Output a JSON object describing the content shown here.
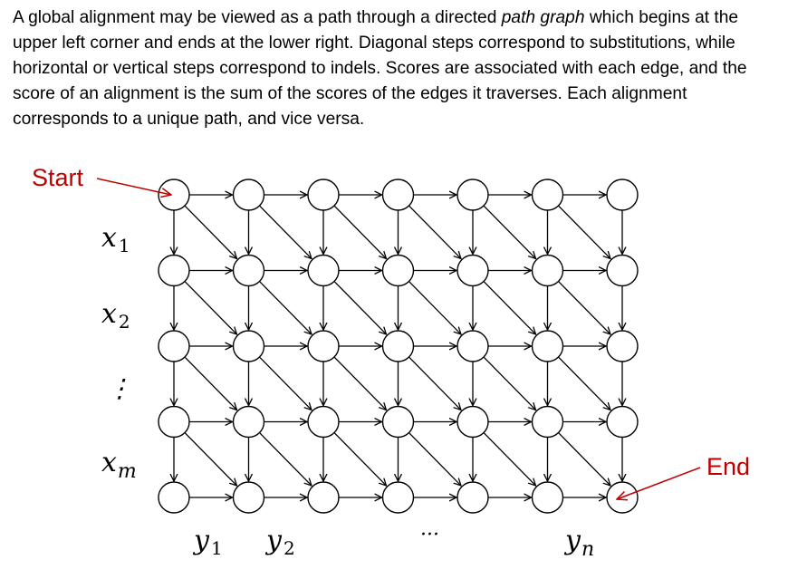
{
  "paragraph": {
    "part1": "A global alignment may be viewed as a path through a directed ",
    "emph": "path graph",
    "part2": " which begins at the upper left corner and ends at the lower right.  Diagonal steps correspond to substitutions, while horizontal or vertical steps correspond to indels.  Scores are associated with each edge, and the score of an alignment is the sum of the scores of the edges it traverses.  Each alignment corresponds to a unique path, and vice versa."
  },
  "labels": {
    "start": "Start",
    "end": "End",
    "rows": [
      {
        "base": "x",
        "sub": "1"
      },
      {
        "base": "x",
        "sub": "2"
      },
      {
        "base": "⋮",
        "sub": ""
      },
      {
        "base": "x",
        "sub": "m"
      }
    ],
    "cols": [
      {
        "base": "y",
        "sub": "1"
      },
      {
        "base": "y",
        "sub": "2"
      },
      {
        "base": "···",
        "sub": ""
      },
      {
        "base": "y",
        "sub": "n"
      }
    ]
  },
  "grid": {
    "rows": 5,
    "cols": 7
  },
  "colors": {
    "accent": "#c00000",
    "ink": "#000000"
  }
}
